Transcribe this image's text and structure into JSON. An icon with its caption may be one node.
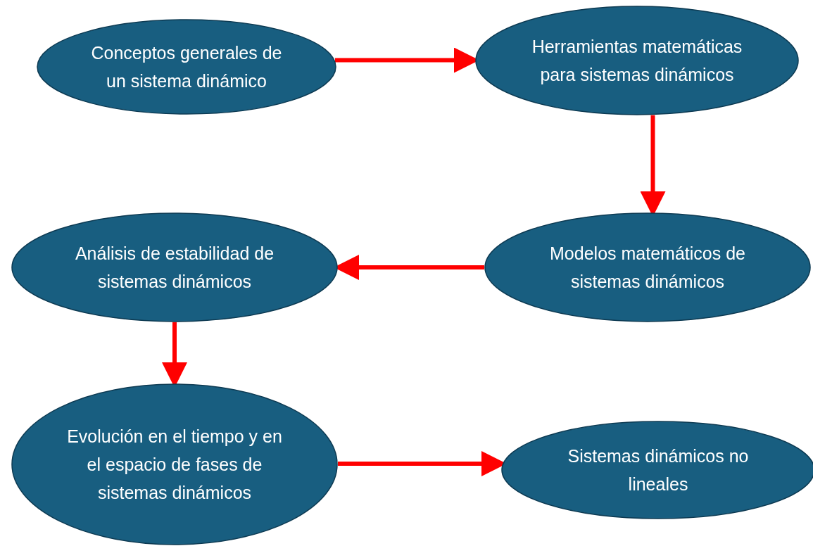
{
  "diagram": {
    "nodes": [
      {
        "text": [
          "Conceptos generales de un sistema dinámico"
        ]
      },
      {
        "text": [
          "Herramientas matemáticas para sistemas dinámicos"
        ]
      },
      {
        "text": [
          "Modelos matemáticos de sistemas dinámicos"
        ]
      },
      {
        "text": [
          "Análisis de estabilidad de sistemas dinámicos"
        ]
      },
      {
        "text": [
          "Evolución en el tiempo y en el espacio de fases de sistemas dinámicos"
        ]
      },
      {
        "text": [
          "Sistemas dinámicos no lineales"
        ]
      }
    ],
    "edges": [
      {
        "from": 0,
        "to": 1,
        "arrow": "to"
      },
      {
        "from": 1,
        "to": 2,
        "arrow": "to"
      },
      {
        "from": 2,
        "to": 3,
        "arrow": "to"
      },
      {
        "from": 3,
        "to": 4,
        "arrow": "to"
      },
      {
        "from": 4,
        "to": 5,
        "arrow": "to"
      }
    ]
  }
}
